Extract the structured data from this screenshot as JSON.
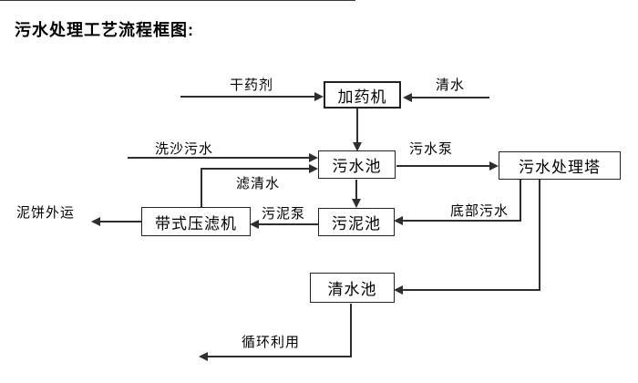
{
  "title": "污水处理工艺流程框图:",
  "diagram": {
    "line_color": "#2e2e2e",
    "background": "#ffffff",
    "nodes": {
      "dosing_machine": "加药机",
      "sewage_pool": "污水池",
      "treatment_tower": "污水处理塔",
      "sludge_pool": "污泥池",
      "belt_filter_press": "带式压滤机",
      "clean_water_pool": "清水池"
    },
    "labels": {
      "dry_chemical": "干药剂",
      "clean_water": "清水",
      "sand_washing_sewage": "洗沙污水",
      "filtered_water": "滤清水",
      "sewage_pump": "污水泵",
      "bottom_sewage": "底部污水",
      "sludge_pump": "污泥泵",
      "mud_cake_out": "泥饼外运",
      "recycle_use": "循环利用"
    }
  }
}
